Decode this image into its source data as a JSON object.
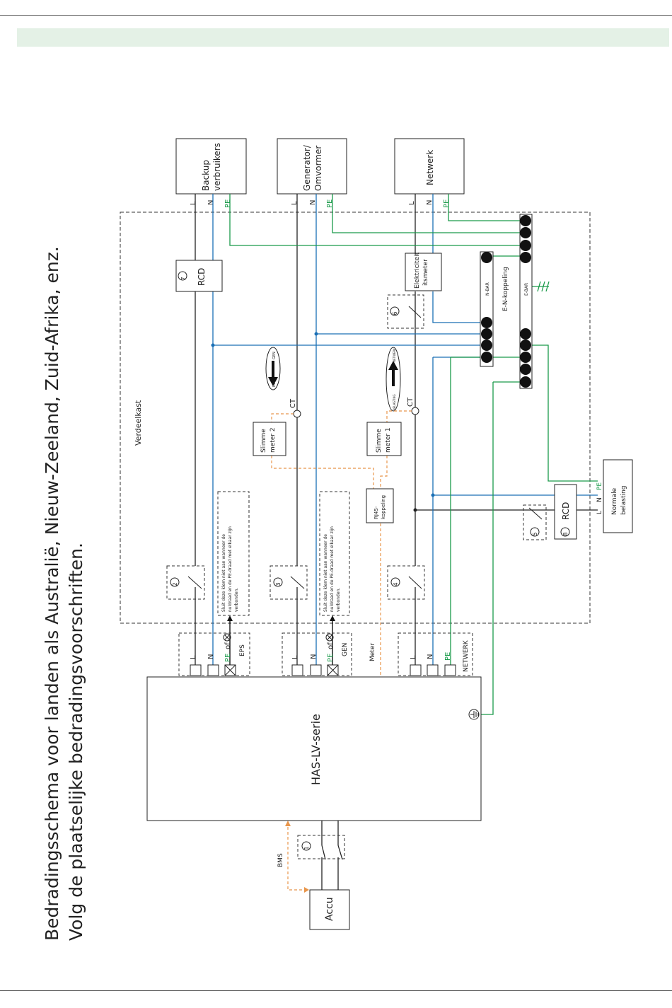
{
  "title": {
    "line1": "Bedradingsschema voor landen als Australië, Nieuw-Zeeland, Zuid-Afrika, enz.",
    "line2": "Volg de plaatselijke bedradingsvoorschriften."
  },
  "boxes": {
    "backup_1": "Backup",
    "backup_2": "verbruikers",
    "generator_1": "Generator/",
    "generator_2": "Omvormer",
    "netwerk": "Netwerk",
    "verdeelkast": "Verdeelkast",
    "rcd": "RCD",
    "meter_1": "Elektriciteit",
    "meter_2": "itsmeter",
    "nbar": "N-BAR",
    "ebar": "E-BAR",
    "en_coupling": "E-N-koppeling",
    "smart2_1": "Slimme",
    "smart2_2": "meter 2",
    "smart1_1": "Slimme",
    "smart1_2": "meter 1",
    "rj45_1": "RJ45-",
    "rj45_2": "koppeling",
    "ct": "CT",
    "load_1": "Normale",
    "load_2": "belasting",
    "note_1": "Sluit deze klem niet aan wanneer de",
    "note_2": "nuldraad en de PE-draad met elkaar zijn",
    "note_3": "verbonden.",
    "inverter": "HAS-LV-serie",
    "battery": "Accu",
    "bms": "BMS",
    "meter_label": "Meter"
  },
  "arrows": {
    "inv": "INV",
    "gen": "GEN",
    "load": "BELASTING",
    "grid": "NETWERK"
  },
  "terminals": {
    "L": "L",
    "N": "N",
    "PE": "PE",
    "or": "of",
    "eps": "EPS",
    "gen": "GEN",
    "netwerk": "NETWERK"
  },
  "numbers": {
    "n1": "1",
    "n2": "2",
    "n3": "3",
    "n4": "4",
    "n5": "5",
    "n6": "6",
    "n7": "7",
    "n8": "8"
  },
  "colors": {
    "blue": "#1a6fb5",
    "green": "#1a9a4a",
    "orange": "#e8954a",
    "black": "#222222",
    "band": "#e4f1e6"
  }
}
